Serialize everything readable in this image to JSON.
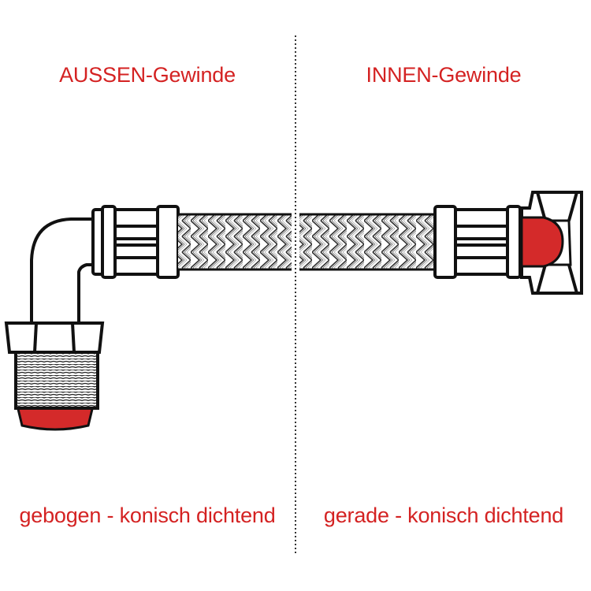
{
  "left": {
    "heading": "AUSSEN-Gewinde",
    "caption": "gebogen - konisch dichtend"
  },
  "right": {
    "heading": "INNEN-Gewinde",
    "caption": "gerade - konisch dichtend"
  },
  "colors": {
    "label_red": "#d42222",
    "seal_red": "#d42a2a",
    "outline": "#111111",
    "divider": "#333333",
    "background": "#ffffff"
  }
}
